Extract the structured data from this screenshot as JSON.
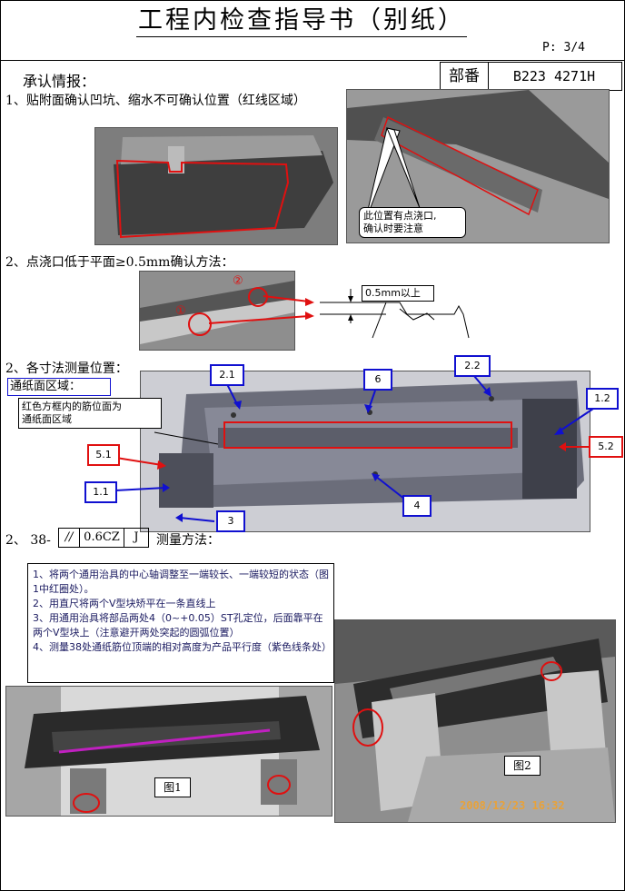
{
  "header": {
    "title": "工程内检查指导书（别纸）",
    "page": "P: 3/4",
    "approval_label": "承认情报：",
    "dept_label": "部番",
    "part_no": "B223 4271H"
  },
  "section1": {
    "heading": "1、贴附面确认凹坑、缩水不可确认位置（红线区域）",
    "callout_line1": "此位置有点浇口,",
    "callout_line2": "确认时要注意"
  },
  "section2": {
    "heading": "2、点浇口低于平面≥0.5mm确认方法：",
    "marker1": "①",
    "marker2": "②",
    "dimension": "0.5mm以上"
  },
  "section3": {
    "heading": "2、各寸法测量位置：",
    "paper_area_label": "通纸面区域：",
    "paper_area_note_line1": "红色方框内的筋位面为",
    "paper_area_note_line2": "通纸面区域",
    "tags_blue": [
      "2.1",
      "6",
      "2.2",
      "1.2",
      "1.1",
      "3",
      "4"
    ],
    "tags_red": [
      "5.1",
      "5.2"
    ]
  },
  "section4": {
    "heading_prefix": "2、  38-",
    "gdt_symbol": "//",
    "gdt_tolerance": "0.6CZ",
    "gdt_datum": "J",
    "heading_suffix": "测量方法：",
    "steps": [
      "1、将两个通用治具的中心轴调整至一端较长、一端较短的状态（图1中红圈处）。",
      "2、用直尺将两个V型块矫平在一条直线上",
      "3、用通用治具将部品两处4（0~+0.05）ST孔定位，后面靠平在两个V型块上（注意避开两处突起的圆弧位置）",
      "4、测量38处通纸筋位顶端的相对高度为产品平行度（紫色线条处）"
    ],
    "fig1_label": "图1",
    "fig2_label": "图2",
    "timestamp": "2008/12/23 16:32"
  },
  "colors": {
    "red_mark": "#e01010",
    "blue_tag": "#1010d0",
    "purple_line": "#c020c0"
  }
}
